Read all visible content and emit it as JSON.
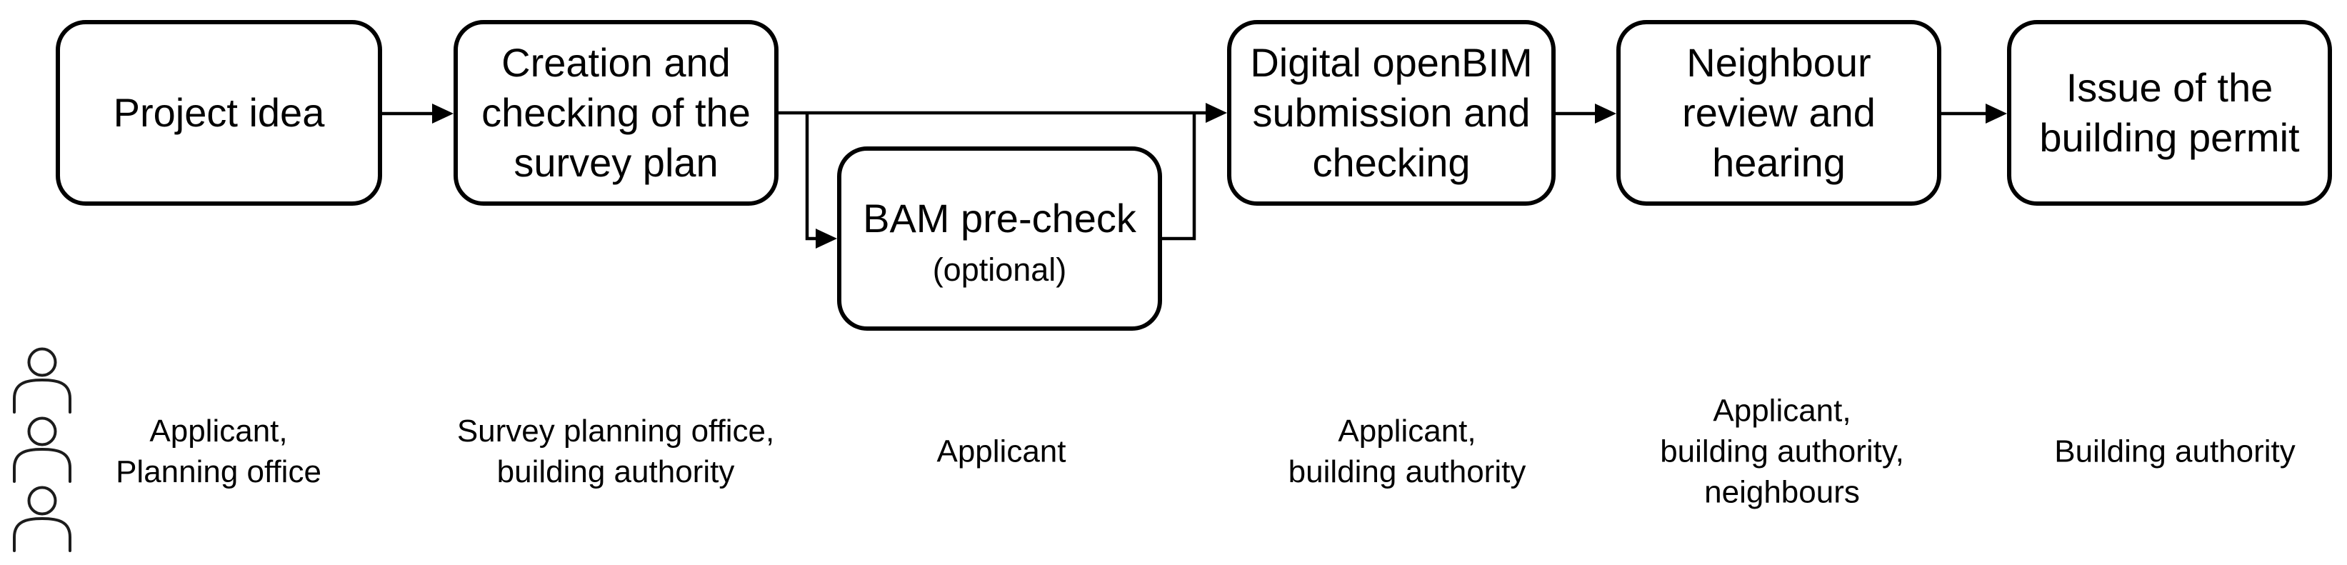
{
  "flow": {
    "colors": {
      "stroke": "#000000",
      "text": "#000000",
      "icon_stroke": "#1c1c1c",
      "background": "#ffffff"
    },
    "legend_icon": "people-icon",
    "boxes": [
      {
        "title": "Project idea",
        "actors": "Applicant,\nPlanning office"
      },
      {
        "title": "Creation and\nchecking of the\nsurvey plan",
        "actors": "Survey planning office,\nbuilding authority"
      },
      {
        "title": "BAM pre-check",
        "subtitle": "(optional)",
        "optional": true,
        "actors": "Applicant"
      },
      {
        "title": "Digital openBIM\nsubmission and\nchecking",
        "actors": "Applicant,\nbuilding authority"
      },
      {
        "title": "Neighbour\nreview and\nhearing",
        "actors": "Applicant,\nbuilding authority,\nneighbours"
      },
      {
        "title": "Issue of the\nbuilding permit",
        "actors": "Building authority"
      }
    ]
  }
}
